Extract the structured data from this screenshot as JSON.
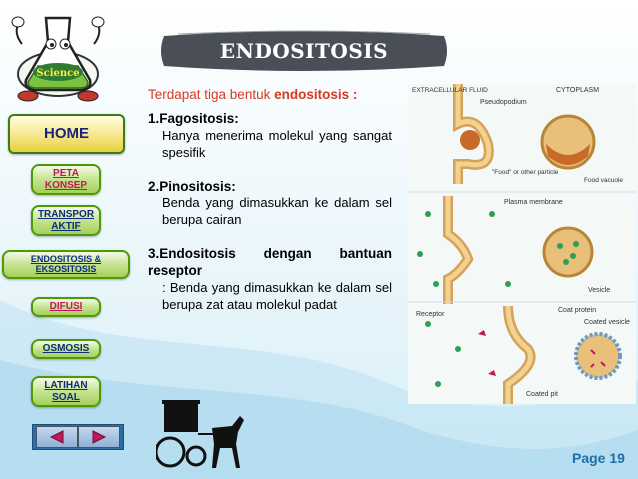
{
  "slide": {
    "title": "ENDOSITOSIS",
    "page": "Page 19"
  },
  "logo": {
    "text": "Science"
  },
  "nav": {
    "home": "HOME",
    "peta": "PETA KONSEP",
    "transpor": "TRANSPOR AKTIF",
    "endositosis": "ENDOSITOSIS & EKSOSITOSIS",
    "difusi": "DIFUSI",
    "osmosis": "OSMOSIS",
    "latihan": "LATIHAN SOAL"
  },
  "content": {
    "intro_text": "Terdapat tiga bentuk ",
    "intro_bold": "endositosis :",
    "items": [
      {
        "label": "1.Fagositosis:",
        "body": "Hanya menerima molekul yang sangat spesifik"
      },
      {
        "label": "2.Pinositosis:",
        "body": "Benda yang dimasukkan ke dalam sel berupa cairan"
      },
      {
        "label": "3.Endositosis dengan bantuan reseptor",
        "body": " : Benda yang dimasukkan ke dalam sel berupa zat atau molekul padat"
      }
    ]
  },
  "figure": {
    "labels": {
      "extracellular": "EXTRACELLULAR FLUID",
      "cytoplasm": "CYTOPLASM",
      "pseudopodium": "Pseudopodium",
      "food": "\"Food\" or other particle",
      "food_vacuole": "Food vacuole",
      "plasma": "Plasma membrane",
      "vesicle": "Vesicle",
      "coat_protein": "Coat protein",
      "coated_vesicle": "Coated vesicle",
      "receptor": "Receptor",
      "coated_pit": "Coated pit"
    }
  },
  "colors": {
    "accent": "#d9391e",
    "nav_border": "#4e9a06",
    "banner": "#4a4f57"
  }
}
